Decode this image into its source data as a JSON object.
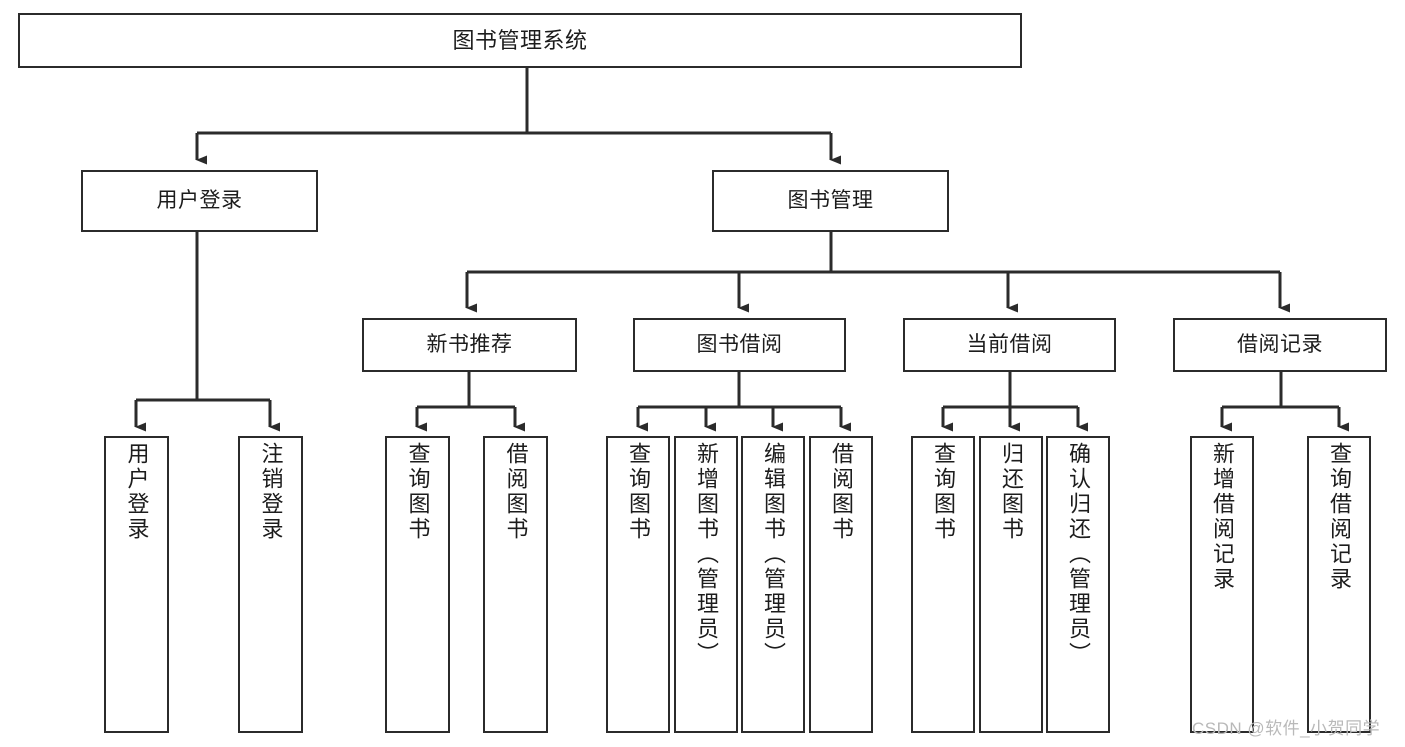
{
  "diagram": {
    "type": "tree-hierarchy-chart",
    "title": "图书管理系统",
    "stroke_color": "#2b2b2b",
    "background_color": "#ffffff",
    "text_color": "#1c1c1c",
    "levels": {
      "root": {
        "label": "图书管理系统"
      },
      "level2": [
        {
          "id": "user-login",
          "label": "用户登录"
        },
        {
          "id": "book-management",
          "label": "图书管理"
        }
      ],
      "level3": [
        {
          "id": "new-book-recommend",
          "label": "新书推荐"
        },
        {
          "id": "book-borrow",
          "label": "图书借阅"
        },
        {
          "id": "current-borrow",
          "label": "当前借阅"
        },
        {
          "id": "borrow-record",
          "label": "借阅记录"
        }
      ],
      "leaves": {
        "user_login": [
          {
            "id": "leaf-user-login",
            "label": "用户登录"
          },
          {
            "id": "leaf-logout-login",
            "label": "注销登录"
          }
        ],
        "new_book_recommend": [
          {
            "id": "leaf-query-book-1",
            "label": "查询图书"
          },
          {
            "id": "leaf-borrow-book-1",
            "label": "借阅图书"
          }
        ],
        "book_borrow": [
          {
            "id": "leaf-query-book-2",
            "label": "查询图书"
          },
          {
            "id": "leaf-add-book",
            "label": "新增图书（管理员）"
          },
          {
            "id": "leaf-edit-book",
            "label": "编辑图书（管理员）"
          },
          {
            "id": "leaf-borrow-book-2",
            "label": "借阅图书"
          }
        ],
        "current_borrow": [
          {
            "id": "leaf-query-book-3",
            "label": "查询图书"
          },
          {
            "id": "leaf-return-book",
            "label": "归还图书"
          },
          {
            "id": "leaf-confirm-return",
            "label": "确认归还（管理员）"
          }
        ],
        "borrow_record": [
          {
            "id": "leaf-add-borrow-record",
            "label": "新增借阅记录"
          },
          {
            "id": "leaf-query-borrow-record",
            "label": "查询借阅记录"
          }
        ]
      }
    }
  },
  "watermark": {
    "text": "CSDN @软件_小贺同学"
  }
}
